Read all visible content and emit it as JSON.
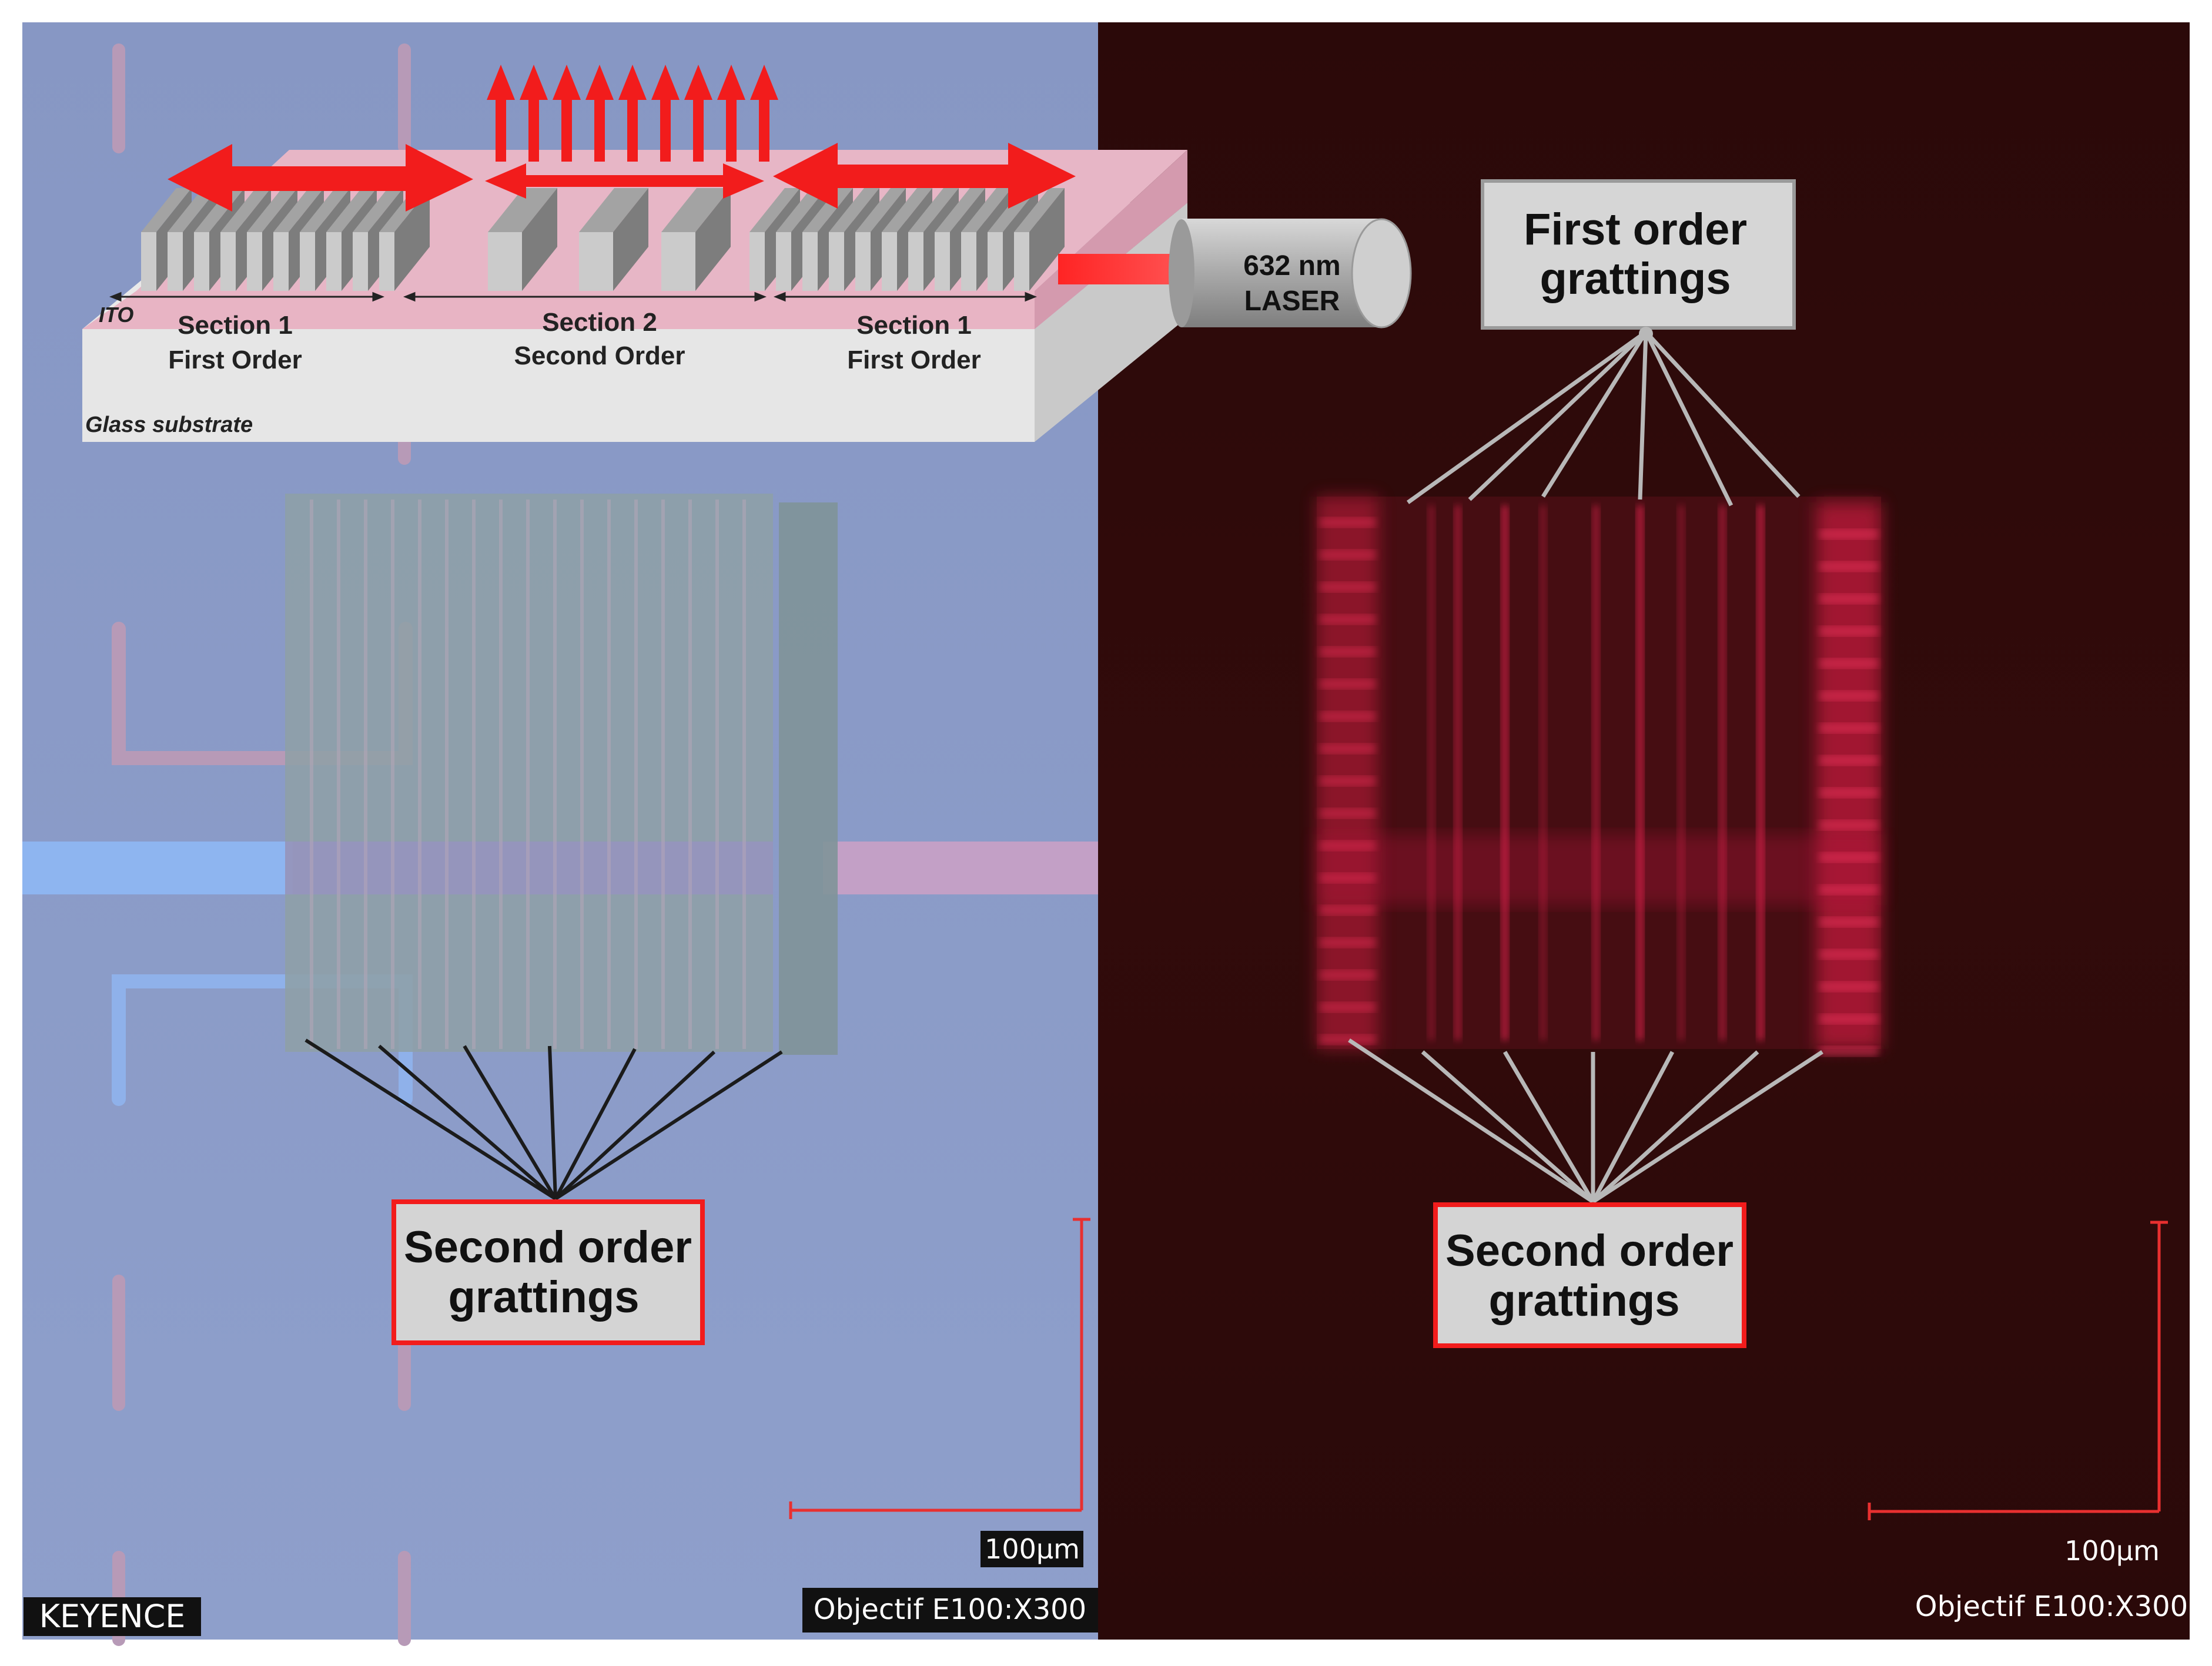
{
  "schematic": {
    "section1_left_title": "Section 1",
    "section1_left_sub": "First Order",
    "section2_title": "Section 2",
    "section2_sub": "Second Order",
    "section1_right_title": "Section 1",
    "section1_right_sub": "First Order",
    "ito_label": "ITO",
    "substrate_label": "Glass substrate",
    "laser_line1": "632 nm",
    "laser_line2": "LASER"
  },
  "left_panel": {
    "callout_line1": "Second order",
    "callout_line2": "grattings",
    "scale_label": "100µm",
    "objective_label": "Objectif E100:X300",
    "brand_label": "KEYENCE"
  },
  "right_panel": {
    "top_callout_line1": "First order",
    "top_callout_line2": "grattings",
    "bottom_callout_line1": "Second order",
    "bottom_callout_line2": "grattings",
    "scale_label": "100µm",
    "objective_label": "Objectif E100:X300"
  },
  "colors": {
    "left_background": "#8a9cc7",
    "right_background": "#2a0a0a",
    "accent_red": "#f21c1c",
    "callout_fill": "#d6d6d6",
    "ito_pink": "#e8b4c4",
    "glass_white": "#e6e6e6"
  }
}
